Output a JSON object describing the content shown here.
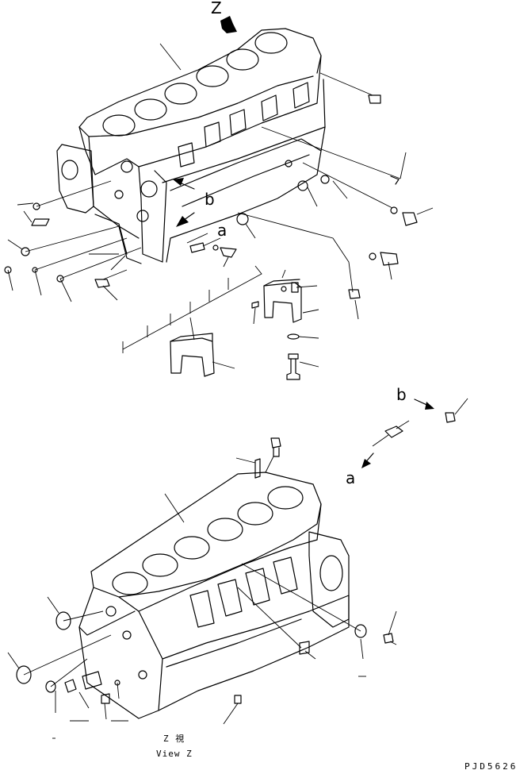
{
  "labels": {
    "view_arrow": "Z",
    "callout_b_top": "b",
    "callout_a_top": "a",
    "callout_b_right": "b",
    "callout_a_right": "a",
    "view_caption_jp": "Z  視",
    "view_caption_en": "View Z",
    "drawing_code": "PJD5626"
  },
  "colors": {
    "ink": "#000000",
    "paper": "#ffffff"
  }
}
